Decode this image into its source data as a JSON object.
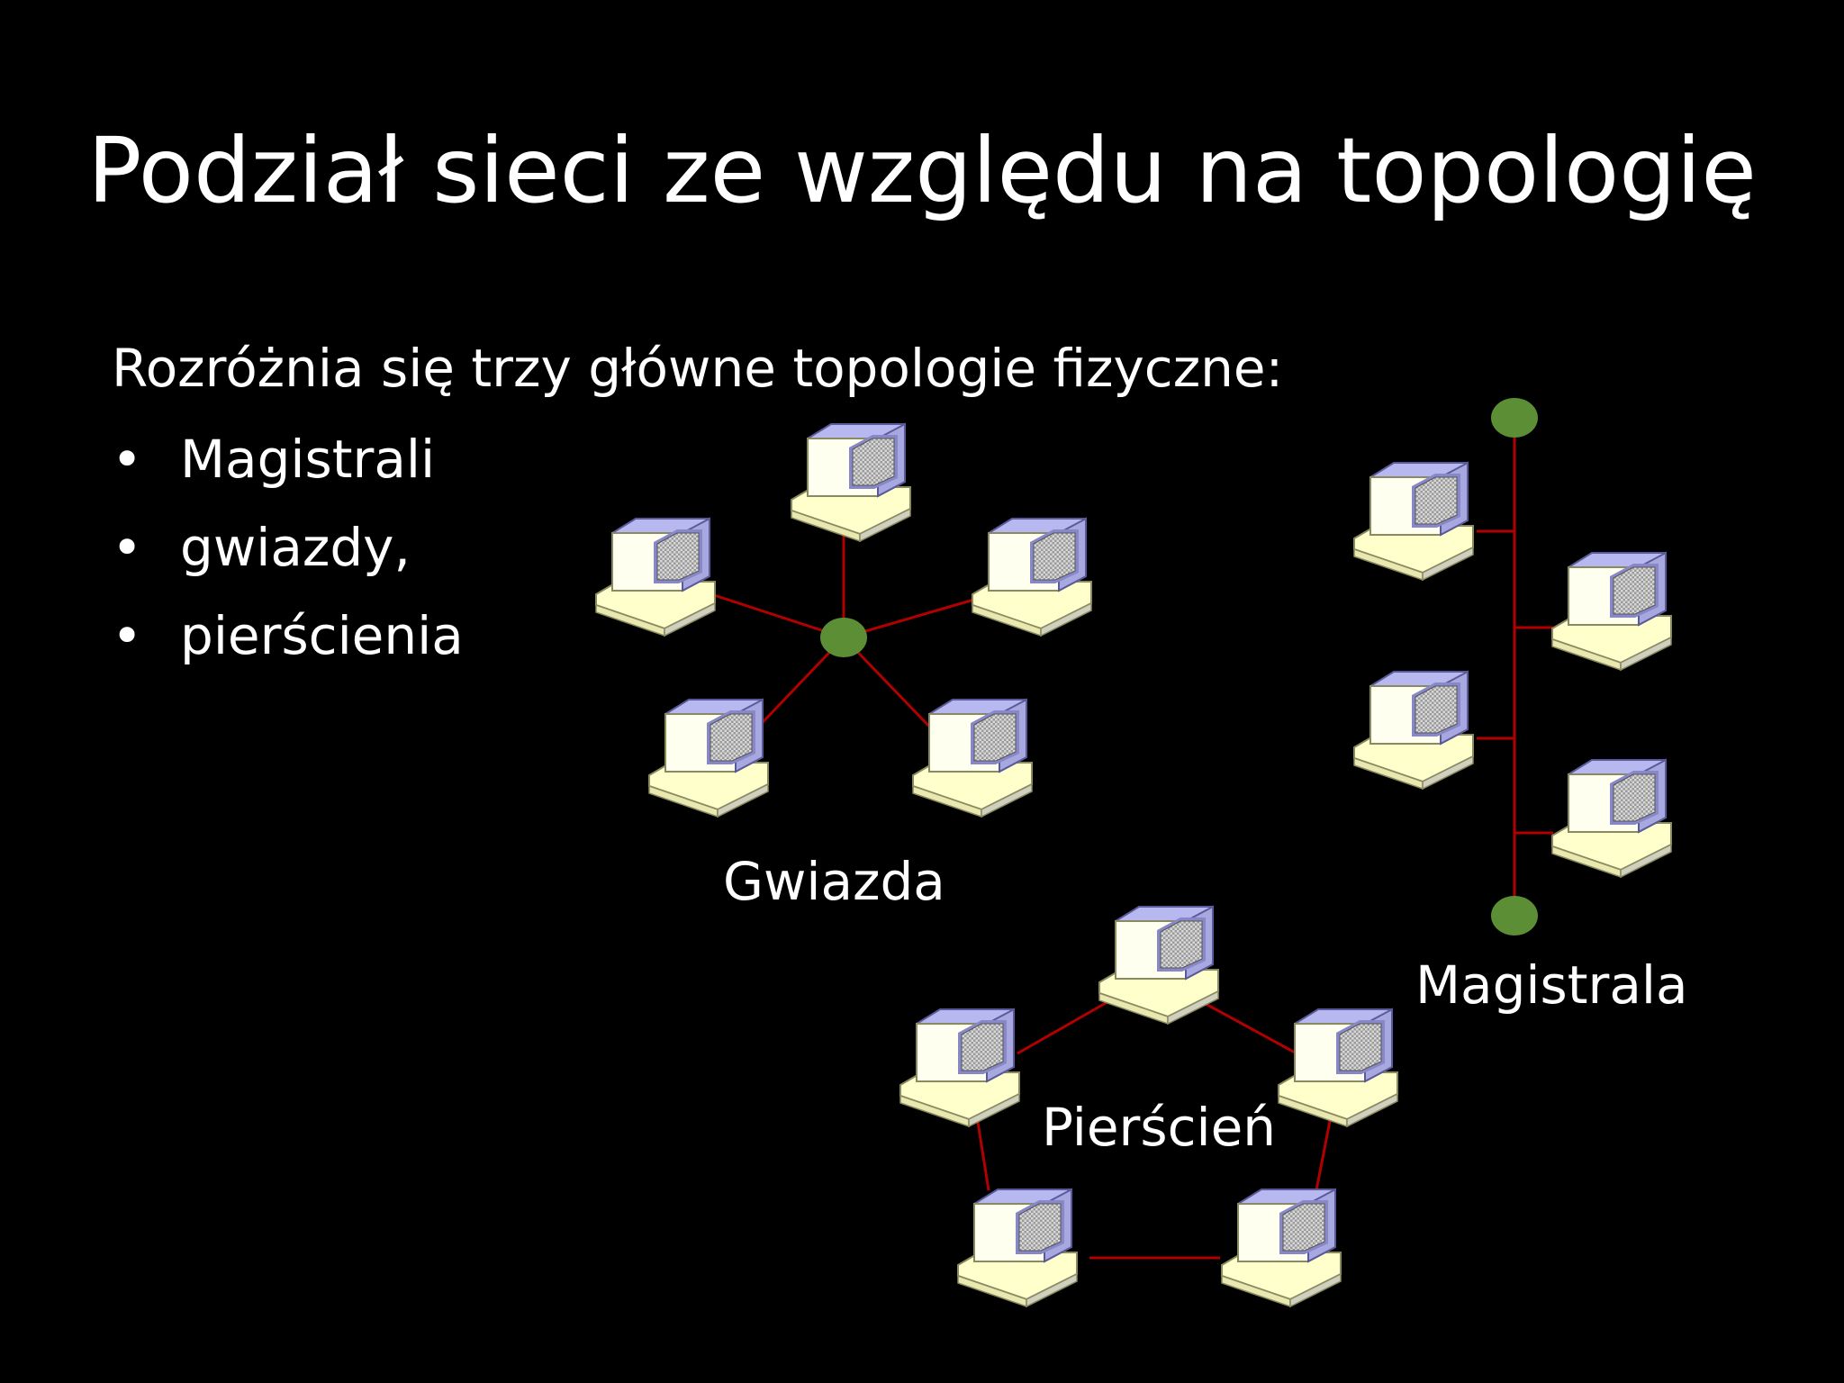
{
  "slide": {
    "title": "Podział sieci ze względu na topologię",
    "intro": "Rozróżnia się trzy główne topologie fizyczne:",
    "bullets": [
      {
        "text": "Magistrali"
      },
      {
        "text": "gwiazdy,"
      },
      {
        "text": "pierścienia"
      }
    ]
  },
  "diagrams": {
    "star": {
      "label": "Gwiazda",
      "computers": 5,
      "hub": "hub-node"
    },
    "bus": {
      "label": "Magistrala",
      "computers": 4,
      "terminators": 2
    },
    "ring": {
      "label": "Pierścień",
      "computers": 5
    }
  },
  "colors": {
    "background": "#000000",
    "text": "#ffffff",
    "cable": "#b00000",
    "node": "#5c8f35",
    "monitor": "#b8b8f0",
    "base": "#ffffcc"
  },
  "icons": {
    "computer": "computer-icon",
    "node": "hub-node"
  }
}
